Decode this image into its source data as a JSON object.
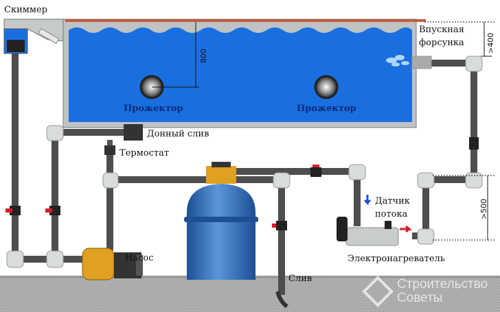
{
  "labels": {
    "skimmer": "Скиммер",
    "depth": "800",
    "inlet_line1": "Впускная",
    "inlet_line2": "форсунка",
    "inlet_height": ">400",
    "spotlight_left": "Прожектор",
    "spotlight_right": "Прожектор",
    "bottom_drain": "Донный слив",
    "thermostat": "Термостат",
    "flow_sensor_line1": "Датчик",
    "flow_sensor_line2": "потока",
    "heater_height": ">500",
    "pump": "Насос",
    "drain": "Слив",
    "heater": "Электронагреватель"
  },
  "watermark": {
    "line1": "Строительство",
    "line2": "Советы"
  },
  "colors": {
    "water": "#1a6fe0",
    "pipe": "#5a5a5a",
    "fitting": "#d8dcdc",
    "valve": "#e0182a",
    "filter": "#2f6fb8",
    "pump": "#e0a020",
    "rim": "#c0603a"
  }
}
